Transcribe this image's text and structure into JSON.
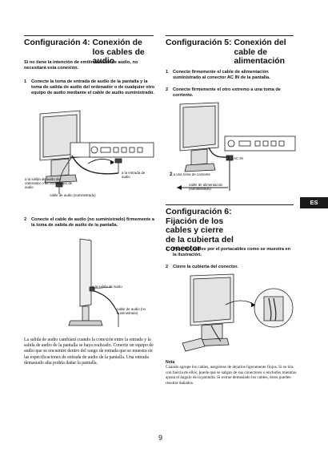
{
  "sec4": {
    "heading_num": "Configuración 4:",
    "heading_text": "Conexión de los cables de audio",
    "intro": "Si no tiene la intención de emitir señales de audio, no necesitará esta conexión.",
    "step1_num": "1",
    "step1_text": "Conecte la toma de entrada de audio de la pantalla y la toma de salida de audio del ordenador o de cualquier otro equipo de audio mediante el cable de audio suministrado.",
    "fig1_label_out": "a la salida de audio del ordenador o de otro equipo de audio",
    "fig1_label_in": "a la entrada de audio",
    "fig1_label_cable": "cable de audio (suministrado)",
    "step2_num": "2",
    "step2_text": "Conecte el cable de audio (no suministrado) firmemente a la toma de salida de audio de la pantalla.",
    "fig2_label_out": "a la salida de audio",
    "fig2_label_cable": "cable de audio (no suministrado)",
    "body": "La salida de audio cambiará cuando la conexión entre la entrada y la salida de audio de la pantalla se haya realizado. Conecte un equipo de audio que se encuentre dentro del rango de entrada que se muestra en las especificaciones de entrada de audio de la pantalla. Una entrada demasiado alta podría dañar la pantalla."
  },
  "sec5": {
    "heading_num": "Configuración 5:",
    "heading_text": "Conexión del cable de alimentación",
    "step1_num": "1",
    "step1_text": "Conecte firmemente el cable de alimentación suministrado al conector AC IN de la pantalla.",
    "step2_num": "2",
    "step2_text": "Conecte firmemente el otro extremo a una toma de corriente.",
    "fig_label1_num": "1",
    "fig_label1": "a AC IN",
    "fig_label2_num": "2",
    "fig_label2": "a una toma de corriente",
    "fig_label_cable": "cable de alimentación (suministrado)"
  },
  "sec6": {
    "heading_num": "Configuración 6:",
    "heading_text": "Fijación de los cables y cierre de la cubierta del conector",
    "step1_num": "1",
    "step1_text": "Pase los cables por el portacables como se muestra en la ilustración.",
    "step2_num": "2",
    "step2_text": "Cierre la cubierta del conector.",
    "note_title": "Nota",
    "note_text": "Cuando agrupe los cables, asegúrese de dejarlos ligeramente flojos. Si se tira con fuerza de ellos, puede que se salgan de sus conectores o enchufes mientras ajusta el ángulo de la pantalla. Si extrae demasiado los cables, éstos pueden resultar dañados."
  },
  "side_tab": "ES",
  "page_number": "9"
}
